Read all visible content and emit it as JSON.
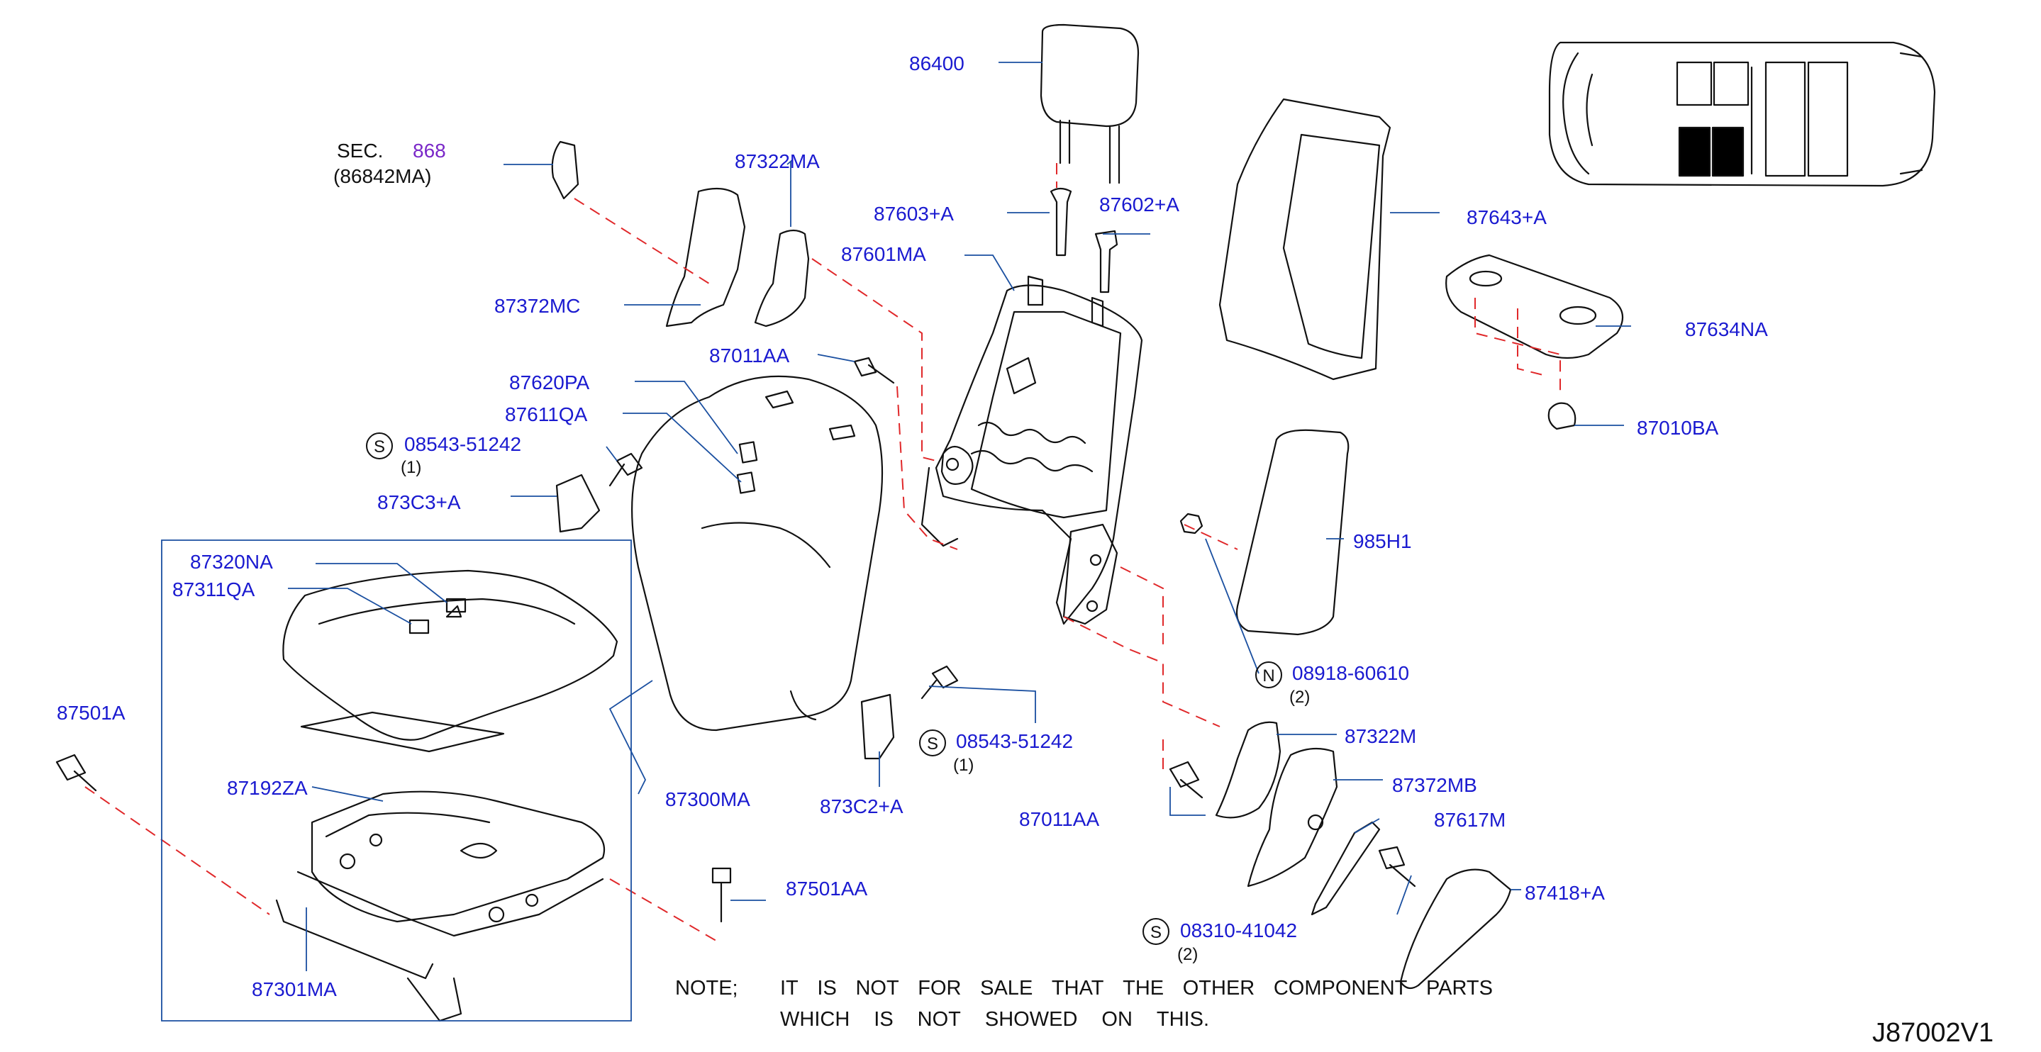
{
  "sec_ref": {
    "prefix": "SEC.",
    "number": "868",
    "sub": "(86842MA)",
    "number_color": "#7a28c8"
  },
  "labels": {
    "p86400": "86400",
    "p87322MA": "87322MA",
    "p87603A": "87603+A",
    "p87602A": "87602+A",
    "p87601MA": "87601MA",
    "p87372MC": "87372MC",
    "p87011AA_top": "87011AA",
    "p87620PA": "87620PA",
    "p87611QA": "87611QA",
    "s08543_top": "08543-51242",
    "p873C3A": "873C3+A",
    "p87320NA": "87320NA",
    "p87311QA": "87311QA",
    "p87501A": "87501A",
    "p87192ZA": "87192ZA",
    "p87300MA": "87300MA",
    "p87501AA": "87501AA",
    "p87301MA": "87301MA",
    "s08543_mid": "08543-51242",
    "p873C2A": "873C2+A",
    "p87643A": "87643+A",
    "p87634NA": "87634NA",
    "p87010BA": "87010BA",
    "p985H1": "985H1",
    "n08918": "08918-60610",
    "p87322M": "87322M",
    "p87372MB": "87372MB",
    "p87011AA_bot": "87011AA",
    "p87617M": "87617M",
    "p87418A": "87418+A",
    "s08310": "08310-41042"
  },
  "quantities": {
    "s08543_top": "(1)",
    "s08543_mid": "(1)",
    "n08918": "(2)",
    "s08310": "(2)"
  },
  "symbols": {
    "s": "S",
    "n": "N"
  },
  "note": {
    "prefix": "NOTE;",
    "line1": [
      "IT",
      "IS",
      "NOT",
      "FOR",
      "SALE",
      "THAT",
      "THE",
      "OTHER",
      "COMPONENT",
      "PARTS"
    ],
    "line2": [
      "WHICH",
      "IS",
      "NOT",
      "SHOWED",
      "ON",
      "THIS."
    ]
  },
  "diagram_code": "J87002V1",
  "colors": {
    "part_number": "#1a1ad0",
    "leader": "#1a4fa0",
    "hidden_line": "#e0282a",
    "outline": "#111111"
  }
}
